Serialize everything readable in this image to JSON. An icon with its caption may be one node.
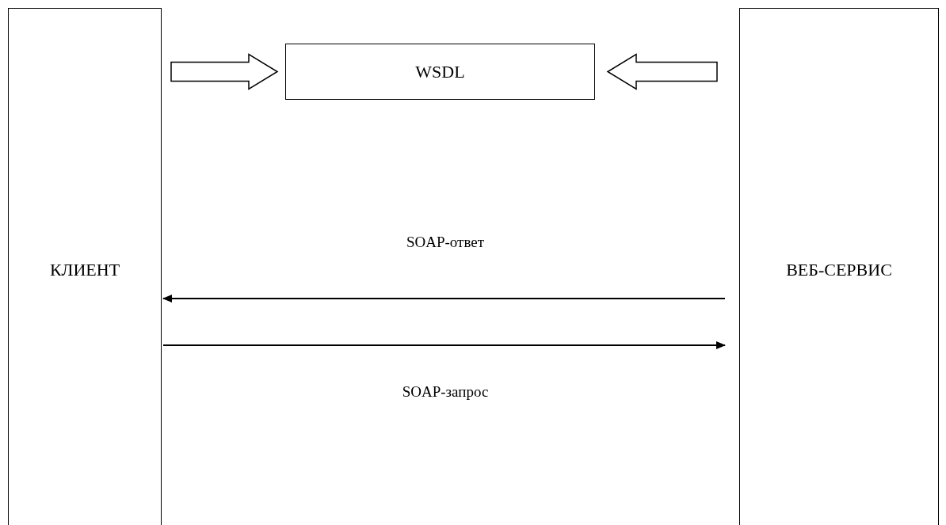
{
  "diagram": {
    "nodes": [
      {
        "text": [
          "КЛИЕНТ"
        ]
      },
      {
        "text": [
          "WSDL"
        ]
      },
      {
        "text": [
          "ВЕБ-СЕРВИС"
        ]
      }
    ],
    "edges": [
      {
        "from": 0,
        "to": 1,
        "arrow": "to",
        "style": "thick"
      },
      {
        "from": 2,
        "to": 1,
        "arrow": "to",
        "style": "thick"
      },
      {
        "from": 2,
        "to": 0,
        "arrow": "to",
        "label": "SOAP-ответ"
      },
      {
        "from": 0,
        "to": 2,
        "arrow": "to",
        "label": "SOAP-запрос"
      }
    ]
  }
}
